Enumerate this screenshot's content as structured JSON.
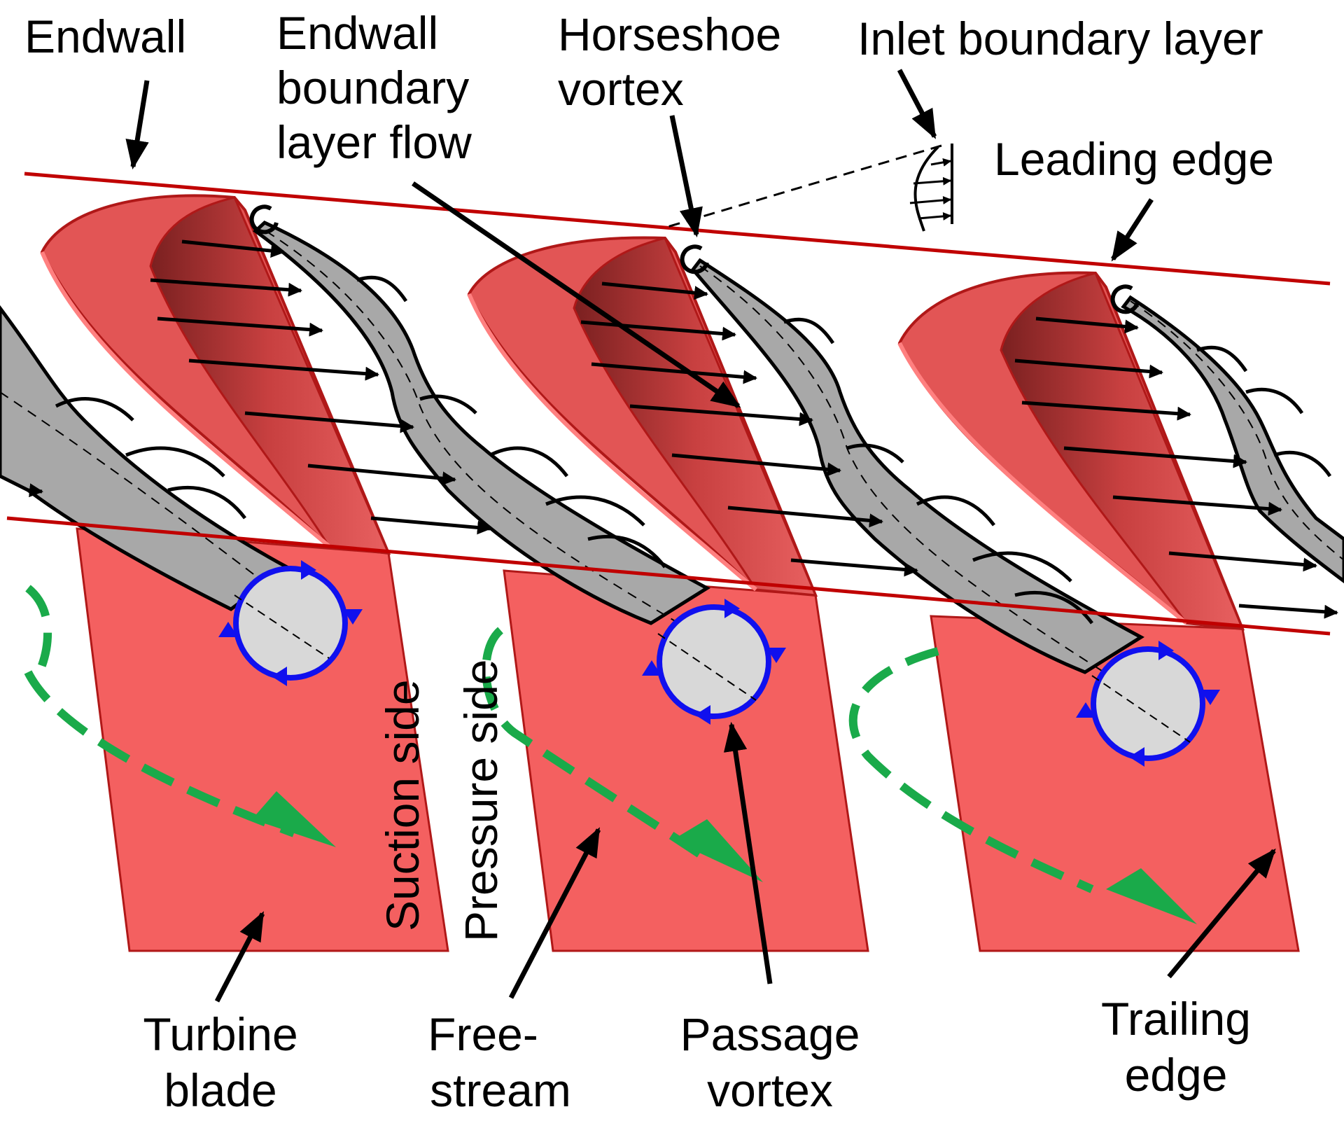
{
  "labels": {
    "endwall": "Endwall",
    "endwall_bl_1": "Endwall",
    "endwall_bl_2": "boundary",
    "endwall_bl_3": "layer flow",
    "horseshoe_1": "Horseshoe",
    "horseshoe_2": "vortex",
    "inlet_bl": "Inlet boundary layer",
    "leading_edge": "Leading edge",
    "suction_side": "Suction side",
    "pressure_side": "Pressure side",
    "turbine_1": "Turbine",
    "turbine_2": "blade",
    "free_1": "Free-",
    "free_2": "stream",
    "passage_1": "Passage",
    "passage_2": "vortex",
    "trailing_1": "Trailing",
    "trailing_2": "edge"
  },
  "colors": {
    "blade": "#f46060",
    "blade_top": "#e25555",
    "blade_edge": "#b01818",
    "endwall_line": "#c00000",
    "vortex_tube": "#a8a8a8",
    "vortex_core": "#d8d8d8",
    "vortex_ring": "#1010ee",
    "freestream": "#1aaa4a",
    "arrow": "#000000"
  },
  "blades": [
    {
      "id": "blade-1"
    },
    {
      "id": "blade-2"
    },
    {
      "id": "blade-3"
    }
  ]
}
